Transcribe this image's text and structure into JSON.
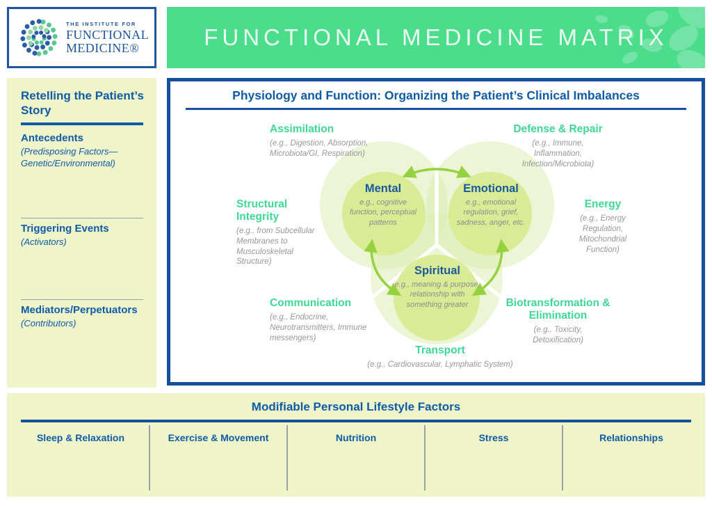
{
  "logo": {
    "line1": "THE INSTITUTE FOR",
    "line2": "FUNCTIONAL",
    "line3": "MEDICINE®"
  },
  "banner": {
    "title": "FUNCTIONAL MEDICINE MATRIX"
  },
  "sidebar": {
    "title": "Retelling the Patient’s Story",
    "sections": [
      {
        "heading": "Antecedents",
        "sub": "(Predisposing Factors— Genetic/Environmental)"
      },
      {
        "heading": "Triggering Events",
        "sub": "(Activators)"
      },
      {
        "heading": "Mediators/Perpetuators",
        "sub": "(Contributors)"
      }
    ]
  },
  "matrix": {
    "title": "Physiology and Function: Organizing the Patient’s Clinical Imbalances",
    "nodes": [
      {
        "id": "assimilation",
        "label": "Assimilation",
        "desc": "(e.g., Digestion, Absorption, Microbiota/GI, Respiration)"
      },
      {
        "id": "defense",
        "label": "Defense & Repair",
        "desc": "(e.g., Immune, Inflammation, Infection/Microbiota)"
      },
      {
        "id": "structural",
        "label": "Structural Integrity",
        "desc": "(e.g., from Subcellular Membranes to Musculoskeletal Structure)"
      },
      {
        "id": "energy",
        "label": "Energy",
        "desc": "(e.g., Energy Regulation, Mitochondrial Function)"
      },
      {
        "id": "communication",
        "label": "Communication",
        "desc": "(e.g., Endocrine, Neurotransmitters, Immune messengers)"
      },
      {
        "id": "biotransformation",
        "label": "Biotransformation & Elimination",
        "desc": "(e.g., Toxicity, Detoxification)"
      },
      {
        "id": "transport",
        "label": "Transport",
        "desc": "(e.g., Cardiovascular, Lymphatic System)"
      }
    ],
    "venn": [
      {
        "id": "mental",
        "label": "Mental",
        "desc": "e.g., cognitive function, perceptual patterns"
      },
      {
        "id": "emotional",
        "label": "Emotional",
        "desc": "e.g., emotional regulation, grief, sadness, anger, etc."
      },
      {
        "id": "spiritual",
        "label": "Spiritual",
        "desc": "e.g., meaning & purpose, relationship with something greater"
      }
    ]
  },
  "lifestyle": {
    "title": "Modifiable Personal Lifestyle Factors",
    "factors": [
      "Sleep & Relaxation",
      "Exercise & Movement",
      "Nutrition",
      "Stress",
      "Relationships"
    ]
  },
  "colors": {
    "blue_text": "#0e5ba8",
    "blue_border": "#15509c",
    "banner_green": "#4cdd8c",
    "mint_heading": "#3ed895",
    "pale_yellow": "#eff5c8",
    "venn_circle": "#d7e98c",
    "venn_blob": "#dcedb3",
    "arrow_green": "#96d23f",
    "gray_desc": "#979797"
  }
}
